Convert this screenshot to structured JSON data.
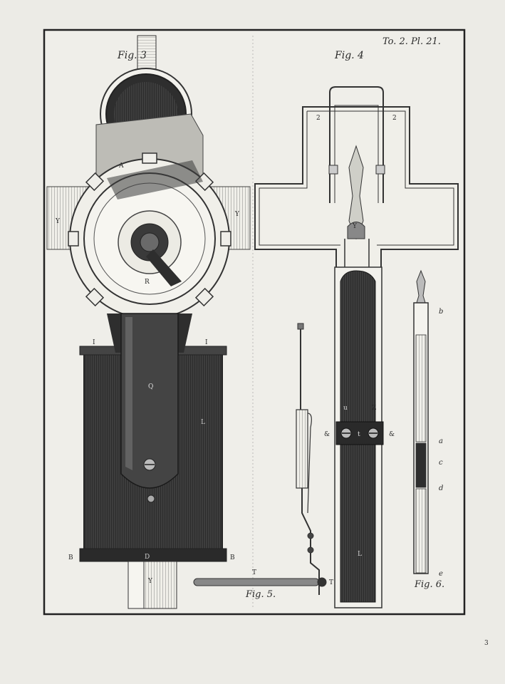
{
  "plate": {
    "reference": "To. 2. Pl. 21.",
    "page_mark": "3"
  },
  "figures": {
    "fig3": "Fig. 3",
    "fig4": "Fig. 4",
    "fig5": "Fig. 5.",
    "fig6": "Fig. 6."
  },
  "letters": {
    "A": "A",
    "Y": "Y",
    "R": "R",
    "I": "I",
    "Q": "Q",
    "B": "B",
    "D": "D",
    "L": "L",
    "T": "T",
    "Z": "Z",
    "amp": "&",
    "two": "2",
    "u": "u",
    "t": "t",
    "a": "a",
    "b": "b",
    "c": "c",
    "d": "d",
    "e": "e"
  },
  "colors": {
    "paper": "#ecebe6",
    "ink": "#2a2a2a",
    "dark_ink": "#3a3a3a",
    "border": "#222222"
  }
}
